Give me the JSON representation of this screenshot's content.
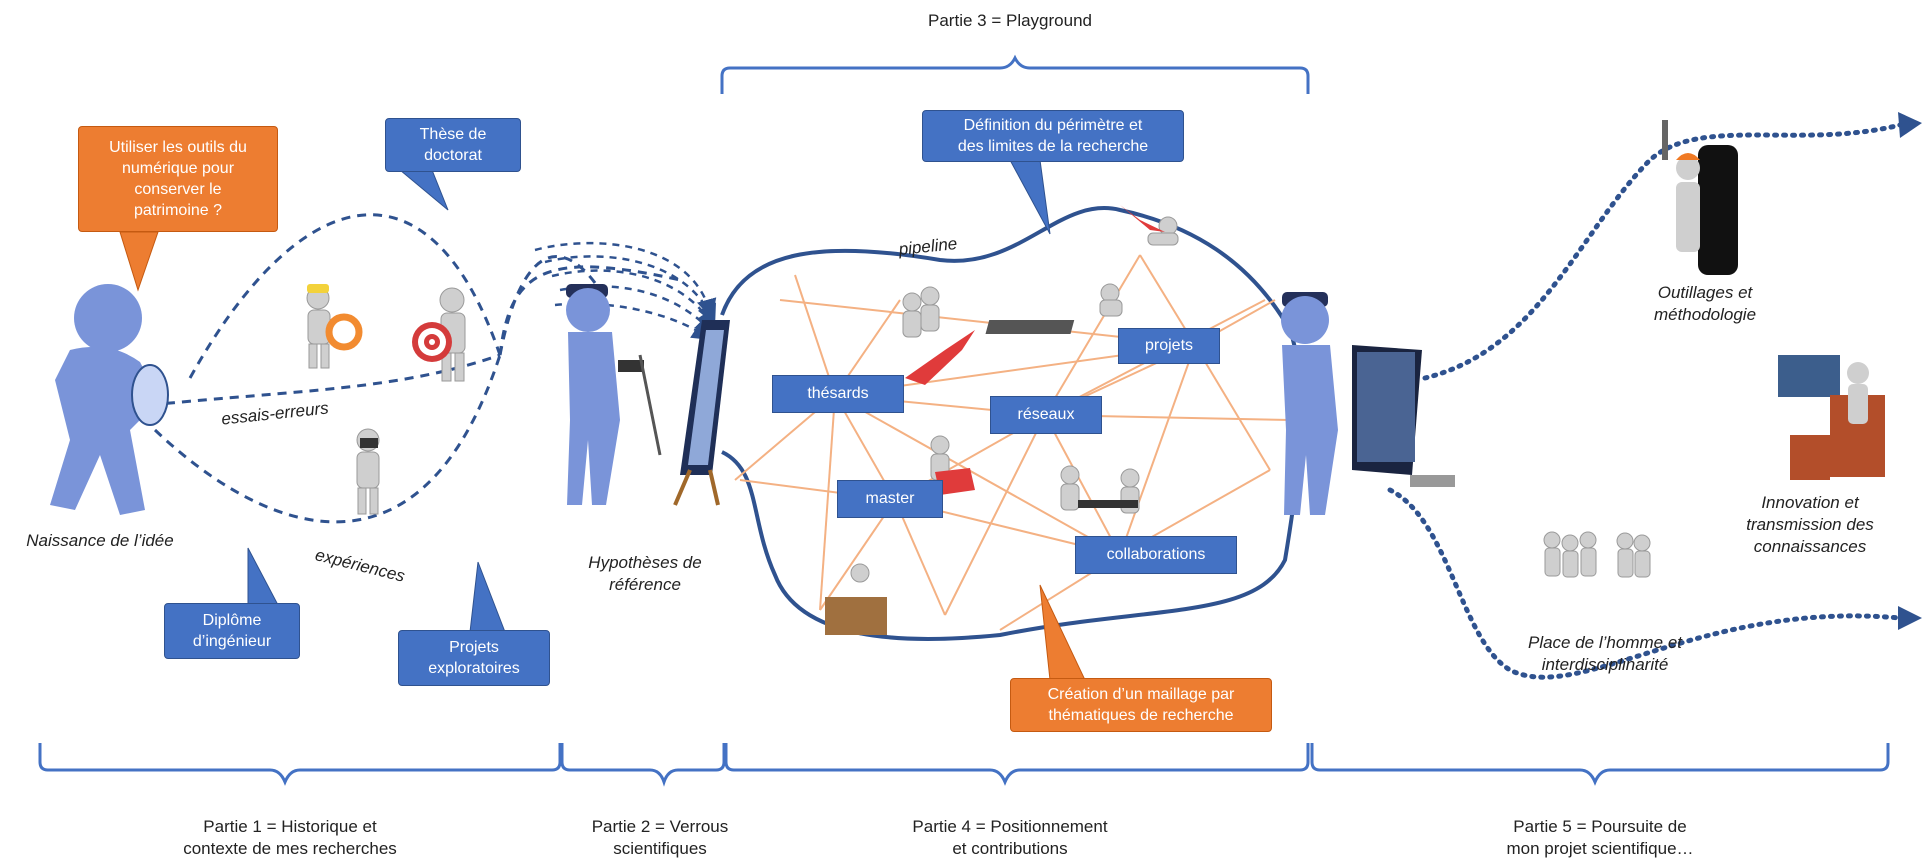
{
  "colors": {
    "blue": "#4472c4",
    "dark_blue": "#2f528f",
    "orange": "#ed7d31",
    "net_line": "#f4b183",
    "figure": "#7a94d9"
  },
  "parts": {
    "p3": "Partie 3 = Playground",
    "p1_l1": "Partie 1 = Historique et",
    "p1_l2": "contexte de mes recherches",
    "p2_l1": "Partie 2 = Verrous",
    "p2_l2": "scientifiques",
    "p4_l1": "Partie 4 = Positionnement",
    "p4_l2": "et contributions",
    "p5_l1": "Partie 5 = Poursuite de",
    "p5_l2": "mon projet scientifique…"
  },
  "callouts": {
    "patrimoine": [
      "Utiliser les outils du",
      "numérique pour",
      "conserver le",
      "patrimoine ?"
    ],
    "these": [
      "Thèse de",
      "doctorat"
    ],
    "diplome": [
      "Diplôme",
      "d’ingénieur"
    ],
    "projets_expl": [
      "Projets",
      "exploratoires"
    ],
    "perimetre": [
      "Définition du périmètre et",
      "des limites de la recherche"
    ],
    "maillage": [
      "Création d’un maillage par",
      "thématiques de recherche"
    ]
  },
  "labels": {
    "naissance": "Naissance de l’idée",
    "essais": "essais-erreurs",
    "experiences": "expériences",
    "hypotheses": [
      "Hypothèses de",
      "référence"
    ],
    "pipeline": "pipeline",
    "outillages": [
      "Outillages et",
      "méthodologie"
    ],
    "innovation": [
      "Innovation et",
      "transmission des",
      "connaissances"
    ],
    "place": [
      "Place de l’homme et",
      "interdisciplinarité"
    ]
  },
  "nodes": {
    "thesards": "thésards",
    "projets": "projets",
    "reseaux": "réseaux",
    "master": "master",
    "collaborations": "collaborations"
  }
}
